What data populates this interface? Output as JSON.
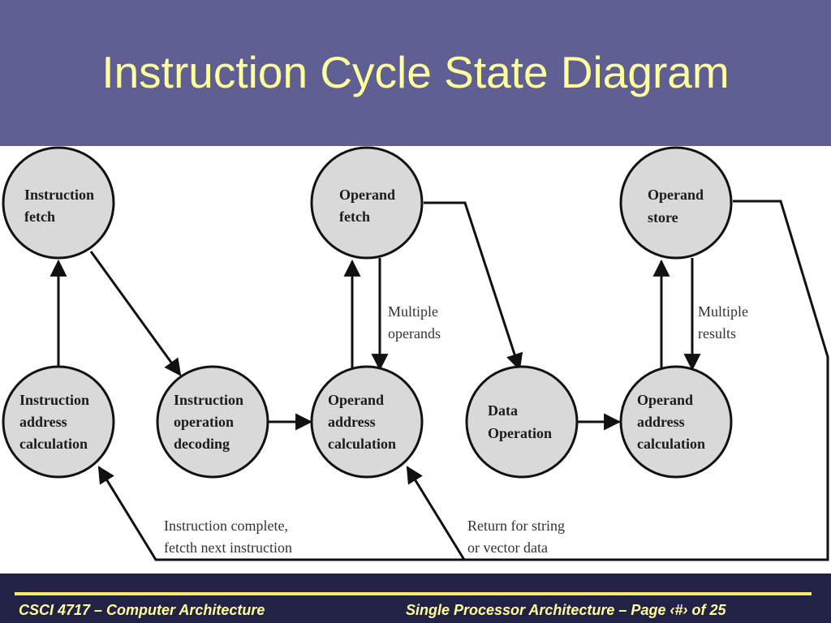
{
  "slide": {
    "title": "Instruction Cycle State Diagram"
  },
  "diagram": {
    "nodes": [
      {
        "id": "instruction-fetch",
        "lines": [
          "Instruction",
          "fetch"
        ]
      },
      {
        "id": "operand-fetch",
        "lines": [
          "Operand",
          "fetch"
        ]
      },
      {
        "id": "operand-store",
        "lines": [
          "Operand",
          "store"
        ]
      },
      {
        "id": "instruction-address-calculation",
        "lines": [
          "Instruction",
          "address",
          "calculation"
        ]
      },
      {
        "id": "instruction-operation-decoding",
        "lines": [
          "Instruction",
          "operation",
          "decoding"
        ]
      },
      {
        "id": "operand-address-calculation-1",
        "lines": [
          "Operand",
          "address",
          "calculation"
        ]
      },
      {
        "id": "data-operation",
        "lines": [
          "Data",
          "Operation"
        ]
      },
      {
        "id": "operand-address-calculation-2",
        "lines": [
          "Operand",
          "address",
          "calculation"
        ]
      }
    ],
    "notes": {
      "multiple_operands": [
        "Multiple",
        "operands"
      ],
      "multiple_results": [
        "Multiple",
        "results"
      ],
      "instruction_complete": [
        "Instruction complete,",
        "fetcth next instruction"
      ],
      "return_string": [
        "Return for string",
        "or vector data"
      ]
    }
  },
  "footer": {
    "left": "CSCI 4717 – Computer Architecture",
    "right": "Single Processor Architecture – Page ‹#› of 25"
  }
}
